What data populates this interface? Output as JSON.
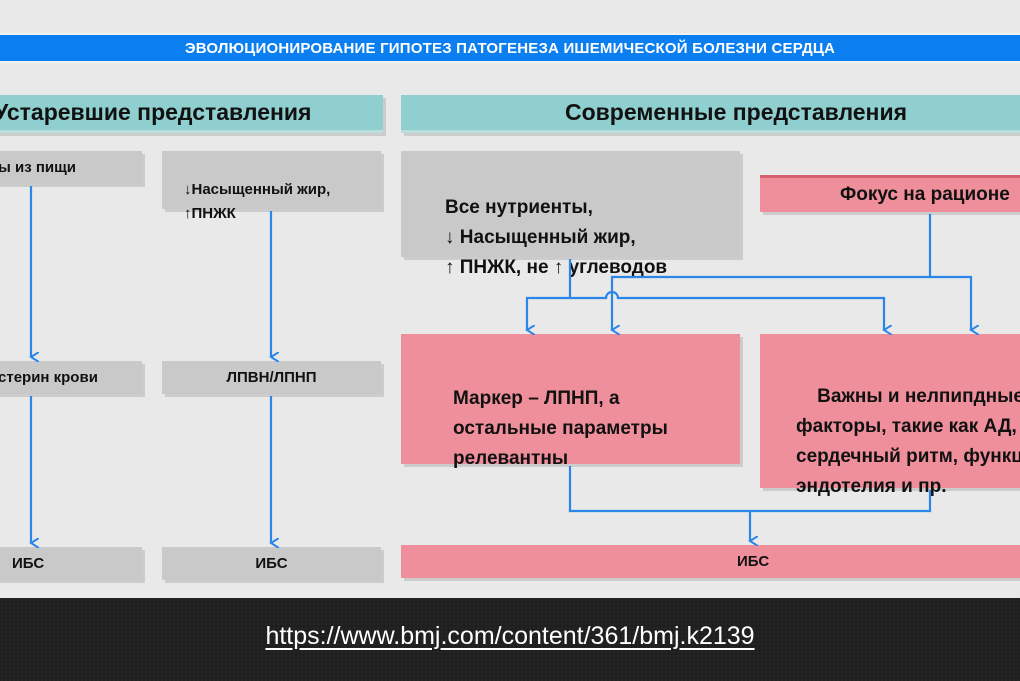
{
  "title": "ЭВОЛЮЦИОНИРОВАНИЕ ГИПОТЕЗ ПАТОГЕНЕЗА ИШЕМИЧЕСКОЙ БОЛЕЗНИ СЕРДЦА",
  "old_section": {
    "header": "Устаревшие представления",
    "col1": {
      "top": "ы из пищи",
      "middle": "стерин крови",
      "bottom": "ИБС"
    },
    "col2": {
      "top": "↓Насыщенный жир,\n↑ПНЖК",
      "middle": "ЛПВН/ЛПНП",
      "bottom": "ИБС"
    }
  },
  "modern_section": {
    "header": "Современные представления",
    "nutrients_box": "Все нутриенты,\n↓ Насыщенный жир,\n↑ ПНЖК, не ↑ углеводов",
    "diet_focus": "Фокус на рационе",
    "marker_box": "Маркер – ЛПНП, а\nостальные параметры\nрелевантны",
    "factors_box": "Важны и нелпипдные\nфакторы, такие как АД,\nсердечный ритм, функция\nэндотелия и пр.",
    "outcome": "ИБС"
  },
  "footer": {
    "url": "https://www.bmj.com/content/361/bmj.k2139"
  },
  "colors": {
    "banner": "#0c7ff0",
    "header_teal": "#8fcfcf",
    "box_gray": "#c9c9c9",
    "box_pink": "#ef8f9c",
    "arrow": "#2a86e8"
  }
}
